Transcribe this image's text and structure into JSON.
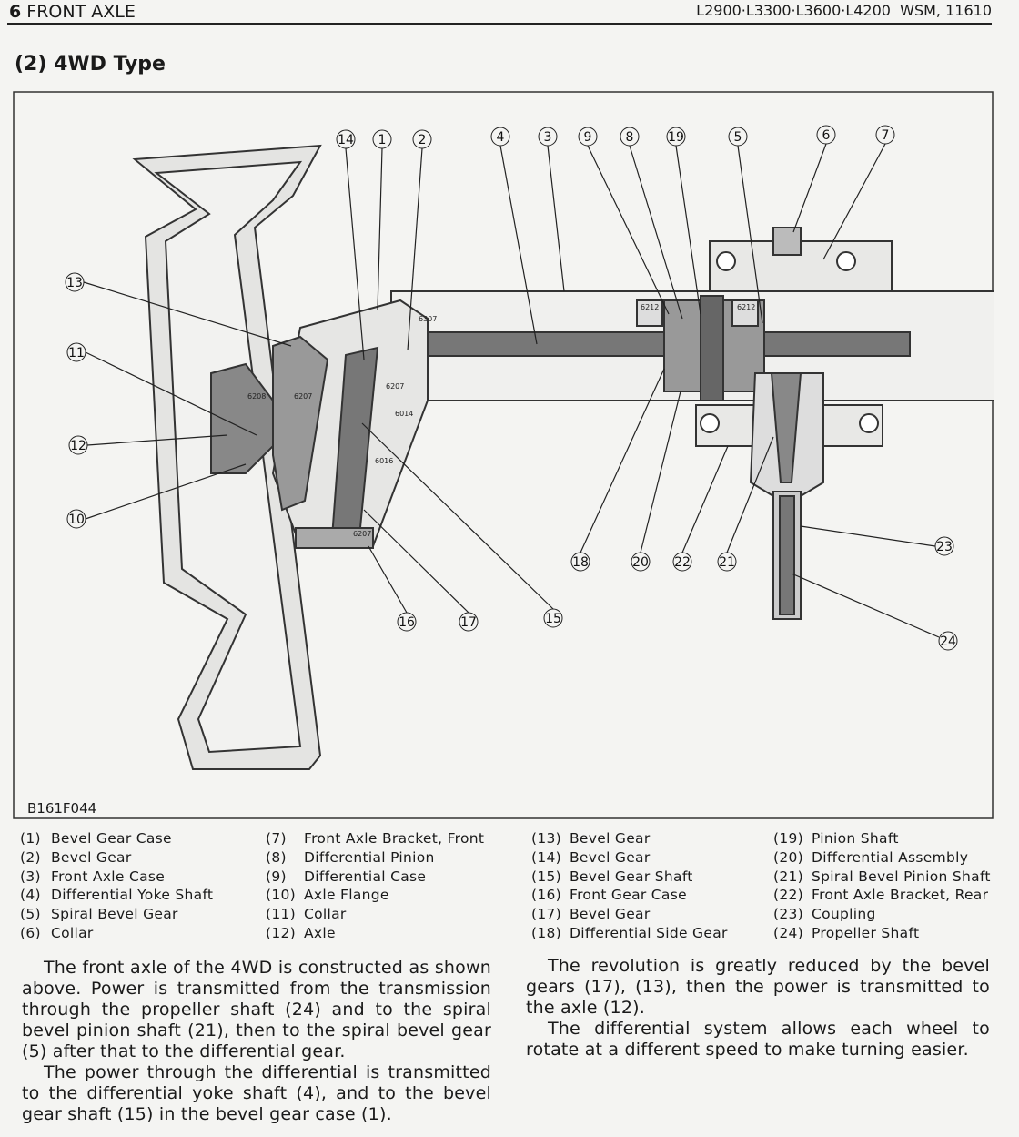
{
  "header": {
    "section_number": "6",
    "section_title": "FRONT AXLE",
    "models": "L2900·L3300·L3600·L4200",
    "manual": "WSM, 11610"
  },
  "title": "(2) 4WD Type",
  "figure": {
    "id": "B161F044",
    "callouts": {
      "c1": "1",
      "c2": "2",
      "c3": "3",
      "c4": "4",
      "c5": "5",
      "c6": "6",
      "c7": "7",
      "c8": "8",
      "c9": "9",
      "c10": "10",
      "c11": "11",
      "c12": "12",
      "c13": "13",
      "c14": "14",
      "c15": "15",
      "c16": "16",
      "c17": "17",
      "c18": "18",
      "c19": "19",
      "c20": "20",
      "c21": "21",
      "c22": "22",
      "c23": "23",
      "c24": "24"
    },
    "bearings": [
      "6208",
      "6207",
      "6307",
      "6207",
      "6014",
      "6016",
      "6207",
      "6212",
      "6212"
    ]
  },
  "legend": {
    "col1": [
      {
        "n": "(1)",
        "label": "Bevel Gear Case"
      },
      {
        "n": "(2)",
        "label": "Bevel Gear"
      },
      {
        "n": "(3)",
        "label": "Front Axle Case"
      },
      {
        "n": "(4)",
        "label": "Differential Yoke Shaft"
      },
      {
        "n": "(5)",
        "label": "Spiral Bevel Gear"
      },
      {
        "n": "(6)",
        "label": "Collar"
      }
    ],
    "col2": [
      {
        "n": "(7)",
        "label": "Front Axle Bracket, Front"
      },
      {
        "n": "(8)",
        "label": "Differential Pinion"
      },
      {
        "n": "(9)",
        "label": "Differential Case"
      },
      {
        "n": "(10)",
        "label": "Axle Flange"
      },
      {
        "n": "(11)",
        "label": "Collar"
      },
      {
        "n": "(12)",
        "label": "Axle"
      }
    ],
    "col3": [
      {
        "n": "(13)",
        "label": "Bevel Gear"
      },
      {
        "n": "(14)",
        "label": "Bevel Gear"
      },
      {
        "n": "(15)",
        "label": "Bevel Gear Shaft"
      },
      {
        "n": "(16)",
        "label": "Front Gear Case"
      },
      {
        "n": "(17)",
        "label": "Bevel Gear"
      },
      {
        "n": "(18)",
        "label": "Differential Side Gear"
      }
    ],
    "col4": [
      {
        "n": "(19)",
        "label": "Pinion Shaft"
      },
      {
        "n": "(20)",
        "label": "Differential Assembly"
      },
      {
        "n": "(21)",
        "label": "Spiral Bevel Pinion Shaft"
      },
      {
        "n": "(22)",
        "label": "Front Axle Bracket, Rear"
      },
      {
        "n": "(23)",
        "label": "Coupling"
      },
      {
        "n": "(24)",
        "label": "Propeller Shaft"
      }
    ]
  },
  "body": {
    "left_p1": "The front axle of the 4WD is constructed as shown above.  Power is transmitted from the transmission through the propeller shaft (24) and to the spiral bevel pinion shaft (21), then to the spiral bevel gear (5) after that to the differential gear.",
    "left_p2": "The power through the differential is transmitted to the differential yoke shaft (4), and to the bevel gear shaft (15) in the bevel gear case (1).",
    "right_p1": "The revolution is greatly reduced by the bevel gears (17), (13), then the power is transmitted to the axle (12).",
    "right_p2": "The differential system allows each wheel to rotate at a different speed to make turning easier."
  }
}
